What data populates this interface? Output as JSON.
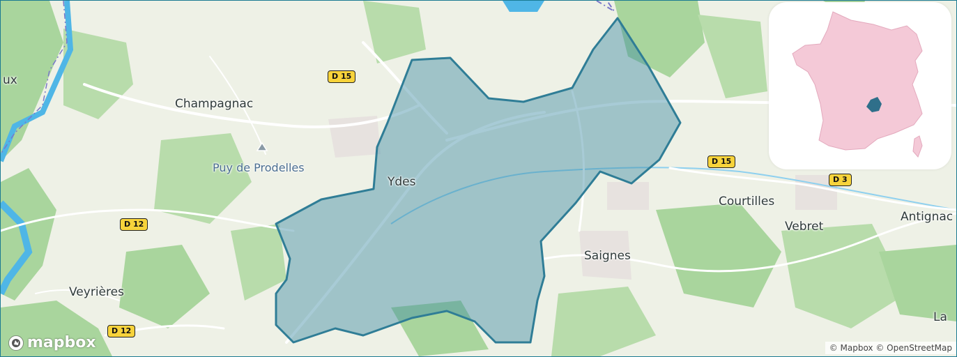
{
  "map": {
    "colors": {
      "land": "#eef1e6",
      "forest": "#a9d59d",
      "forest_dark": "#86c27d",
      "water": "#4fb6e6",
      "road": "#ffffff",
      "region_fill": "#3f8ca4",
      "region_stroke": "#2f7d96",
      "inset_country": "#f4c9d7",
      "inset_highlight": "#2f6f8a"
    },
    "places": [
      {
        "id": "ux",
        "name": "ux"
      },
      {
        "id": "champagnac",
        "name": "Champagnac"
      },
      {
        "id": "ydes",
        "name": "Ydes"
      },
      {
        "id": "courtilles",
        "name": "Courtilles"
      },
      {
        "id": "vebret",
        "name": "Vebret"
      },
      {
        "id": "antignac",
        "name": "Antignac"
      },
      {
        "id": "saignes",
        "name": "Saignes"
      },
      {
        "id": "veyrieres",
        "name": "Veyrières"
      },
      {
        "id": "la",
        "name": "La"
      }
    ],
    "poi": {
      "name": "Puy de Prodelles",
      "icon": "mountain-peak-icon"
    },
    "road_shields": [
      "D 15",
      "D 15",
      "D 3",
      "D 12",
      "D 12"
    ],
    "logo": {
      "text": "mapbox",
      "icon": "mapbox-logo-icon"
    },
    "attribution": "© Mapbox © OpenStreetMap"
  }
}
